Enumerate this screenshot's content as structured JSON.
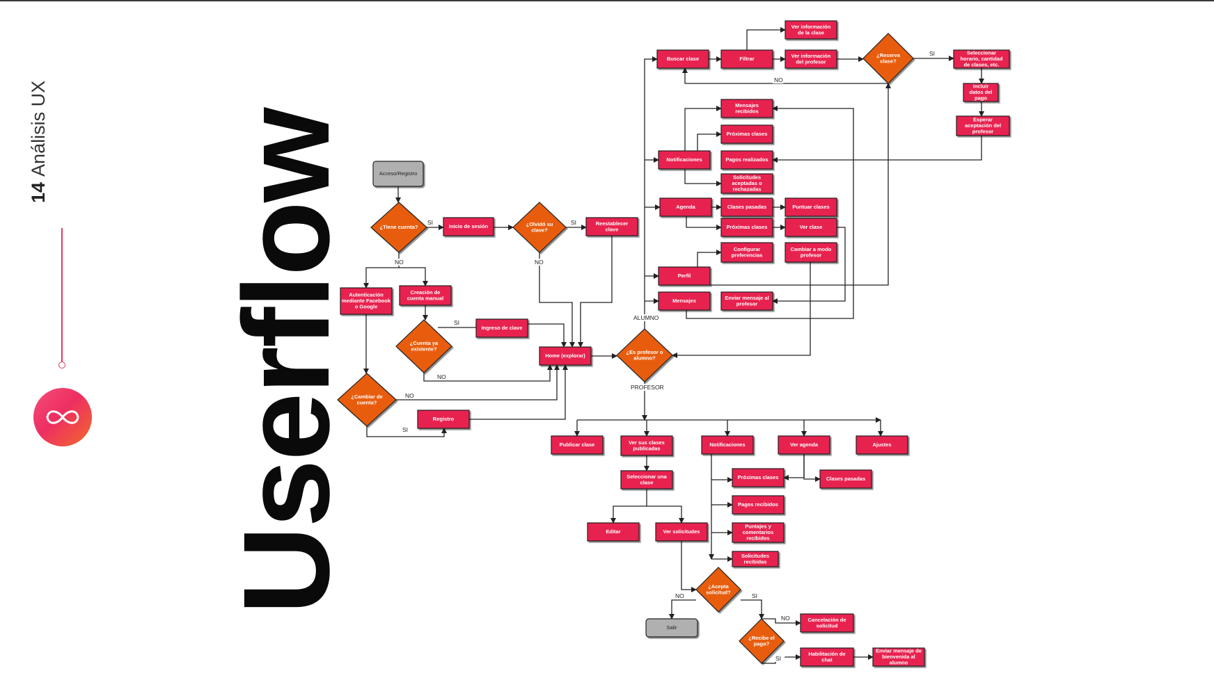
{
  "header": {
    "page_number": "14",
    "section": "Análisis UX",
    "title": "Userflow"
  },
  "colors": {
    "accent": "#e23a5c",
    "node_fill": "#e8204f",
    "decision_fill": "#e85d0c",
    "terminal_fill": "#b0b0b0"
  },
  "icons": {
    "logo": "infinity-logo-icon"
  },
  "diagram": {
    "nodes": [
      {
        "id": "n_acceso",
        "label": "Acceso/Registro",
        "shape": "terminal"
      },
      {
        "id": "d_tiene",
        "label": "¿Tiene cuenta?",
        "shape": "decision"
      },
      {
        "id": "n_inicio",
        "label": "Inicio de sesión",
        "shape": "process"
      },
      {
        "id": "d_olvido",
        "label": "¿Olvidó su clave?",
        "shape": "decision"
      },
      {
        "id": "n_reestablecer",
        "label": "Reestablecer clave",
        "shape": "process"
      },
      {
        "id": "n_auth",
        "label": "Autenticación mediante Facebook o Google",
        "shape": "process"
      },
      {
        "id": "n_creacion",
        "label": "Creación de cuenta manual",
        "shape": "process"
      },
      {
        "id": "d_existente",
        "label": "¿Cuenta ya existente?",
        "shape": "decision"
      },
      {
        "id": "n_ingreso",
        "label": "Ingreso de clave",
        "shape": "process"
      },
      {
        "id": "d_cambiar",
        "label": "¿Cambiar de cuenta?",
        "shape": "decision"
      },
      {
        "id": "n_registro",
        "label": "Registro",
        "shape": "process"
      },
      {
        "id": "n_home",
        "label": "Home (explorar)",
        "shape": "process"
      },
      {
        "id": "d_profesor",
        "label": "¿Es profesor o alumno?",
        "shape": "decision"
      },
      {
        "id": "n_buscar",
        "label": "Buscar clase",
        "shape": "process"
      },
      {
        "id": "n_filtrar",
        "label": "Filtrar",
        "shape": "process"
      },
      {
        "id": "n_verinfoclase",
        "label": "Ver información de la clase",
        "shape": "process"
      },
      {
        "id": "n_verinfoprof",
        "label": "Ver información del profesor",
        "shape": "process"
      },
      {
        "id": "d_reserva",
        "label": "¿Reserva clase?",
        "shape": "decision"
      },
      {
        "id": "n_seleccionar_horario",
        "label": "Seleccionar horario, cantidad de clases, etc.",
        "shape": "process"
      },
      {
        "id": "n_incluir_pago",
        "label": "Incluir datos del pago",
        "shape": "process"
      },
      {
        "id": "n_esperar",
        "label": "Esperar aceptación del profesor",
        "shape": "process"
      },
      {
        "id": "n_notif_a",
        "label": "Notificaciones",
        "shape": "process"
      },
      {
        "id": "n_mensajes_rec",
        "label": "Mensajes recibidos",
        "shape": "process"
      },
      {
        "id": "n_proximas_a",
        "label": "Próximas clases",
        "shape": "process"
      },
      {
        "id": "n_pagos_real",
        "label": "Pagos realizados",
        "shape": "process"
      },
      {
        "id": "n_solic_acept",
        "label": "Solicitudes aceptadas o rechazadas",
        "shape": "process"
      },
      {
        "id": "n_agenda",
        "label": "Agenda",
        "shape": "process"
      },
      {
        "id": "n_clases_pasadas_a",
        "label": "Clases pasadas",
        "shape": "process"
      },
      {
        "id": "n_puntuar",
        "label": "Puntuar clases",
        "shape": "process"
      },
      {
        "id": "n_proximas_a2",
        "label": "Próximas clases",
        "shape": "process"
      },
      {
        "id": "n_ver_clase",
        "label": "Ver clase",
        "shape": "process"
      },
      {
        "id": "n_config",
        "label": "Configurar preferencias",
        "shape": "process"
      },
      {
        "id": "n_cambiar_modo",
        "label": "Cambiar a modo profesor",
        "shape": "process"
      },
      {
        "id": "n_perfil",
        "label": "Perfil",
        "shape": "process"
      },
      {
        "id": "n_mensajes",
        "label": "Mensajes",
        "shape": "process"
      },
      {
        "id": "n_enviar_msg",
        "label": "Enviar mensaje al profesor",
        "shape": "process"
      },
      {
        "id": "n_publicar",
        "label": "Publicar clase",
        "shape": "process"
      },
      {
        "id": "n_ver_sus",
        "label": "Ver sus clases publicadas",
        "shape": "process"
      },
      {
        "id": "n_notif_p",
        "label": "Notificaciones",
        "shape": "process"
      },
      {
        "id": "n_ver_agenda",
        "label": "Ver agenda",
        "shape": "process"
      },
      {
        "id": "n_ajustes",
        "label": "Ajustes",
        "shape": "process"
      },
      {
        "id": "n_sel_clase",
        "label": "Seleccionar una clase",
        "shape": "process"
      },
      {
        "id": "n_proximas_p",
        "label": "Próximas clases",
        "shape": "process"
      },
      {
        "id": "n_clases_pasadas_p",
        "label": "Clases pasadas",
        "shape": "process"
      },
      {
        "id": "n_pagos_rec",
        "label": "Pagos recibidos",
        "shape": "process"
      },
      {
        "id": "n_editar",
        "label": "Editar",
        "shape": "process"
      },
      {
        "id": "n_ver_solic",
        "label": "Ver solicitudes",
        "shape": "process"
      },
      {
        "id": "n_puntajes",
        "label": "Puntajes y comentarios recibidos",
        "shape": "process"
      },
      {
        "id": "n_solic_rec",
        "label": "Solicitudes recibidas",
        "shape": "process"
      },
      {
        "id": "d_acepta",
        "label": "¿Acepta solicitud?",
        "shape": "decision"
      },
      {
        "id": "n_salir",
        "label": "Salir",
        "shape": "terminal"
      },
      {
        "id": "d_pago",
        "label": "¿Recibe el pago?",
        "shape": "decision"
      },
      {
        "id": "n_cancelacion",
        "label": "Cancelación de solicitud",
        "shape": "process"
      },
      {
        "id": "n_habilitacion",
        "label": "Habilitación de chat",
        "shape": "process"
      },
      {
        "id": "n_bienvenida",
        "label": "Enviar mensaje de bienvenida al alumno",
        "shape": "process"
      }
    ],
    "edge_labels": [
      {
        "id": "l_si1",
        "text": "SI"
      },
      {
        "id": "l_no1",
        "text": "NO"
      },
      {
        "id": "l_si2",
        "text": "SI"
      },
      {
        "id": "l_no2",
        "text": "NO"
      },
      {
        "id": "l_si3",
        "text": "SI"
      },
      {
        "id": "l_no3",
        "text": "NO"
      },
      {
        "id": "l_no4",
        "text": "NO"
      },
      {
        "id": "l_si4",
        "text": "SI"
      },
      {
        "id": "l_alumno",
        "text": "ALUMNO"
      },
      {
        "id": "l_profesor",
        "text": "PROFESOR"
      },
      {
        "id": "l_si5",
        "text": "SI"
      },
      {
        "id": "l_no5",
        "text": "NO"
      },
      {
        "id": "l_no6",
        "text": "NO"
      },
      {
        "id": "l_si6",
        "text": "SI"
      },
      {
        "id": "l_no7",
        "text": "NO"
      },
      {
        "id": "l_si7",
        "text": "SI"
      }
    ]
  }
}
